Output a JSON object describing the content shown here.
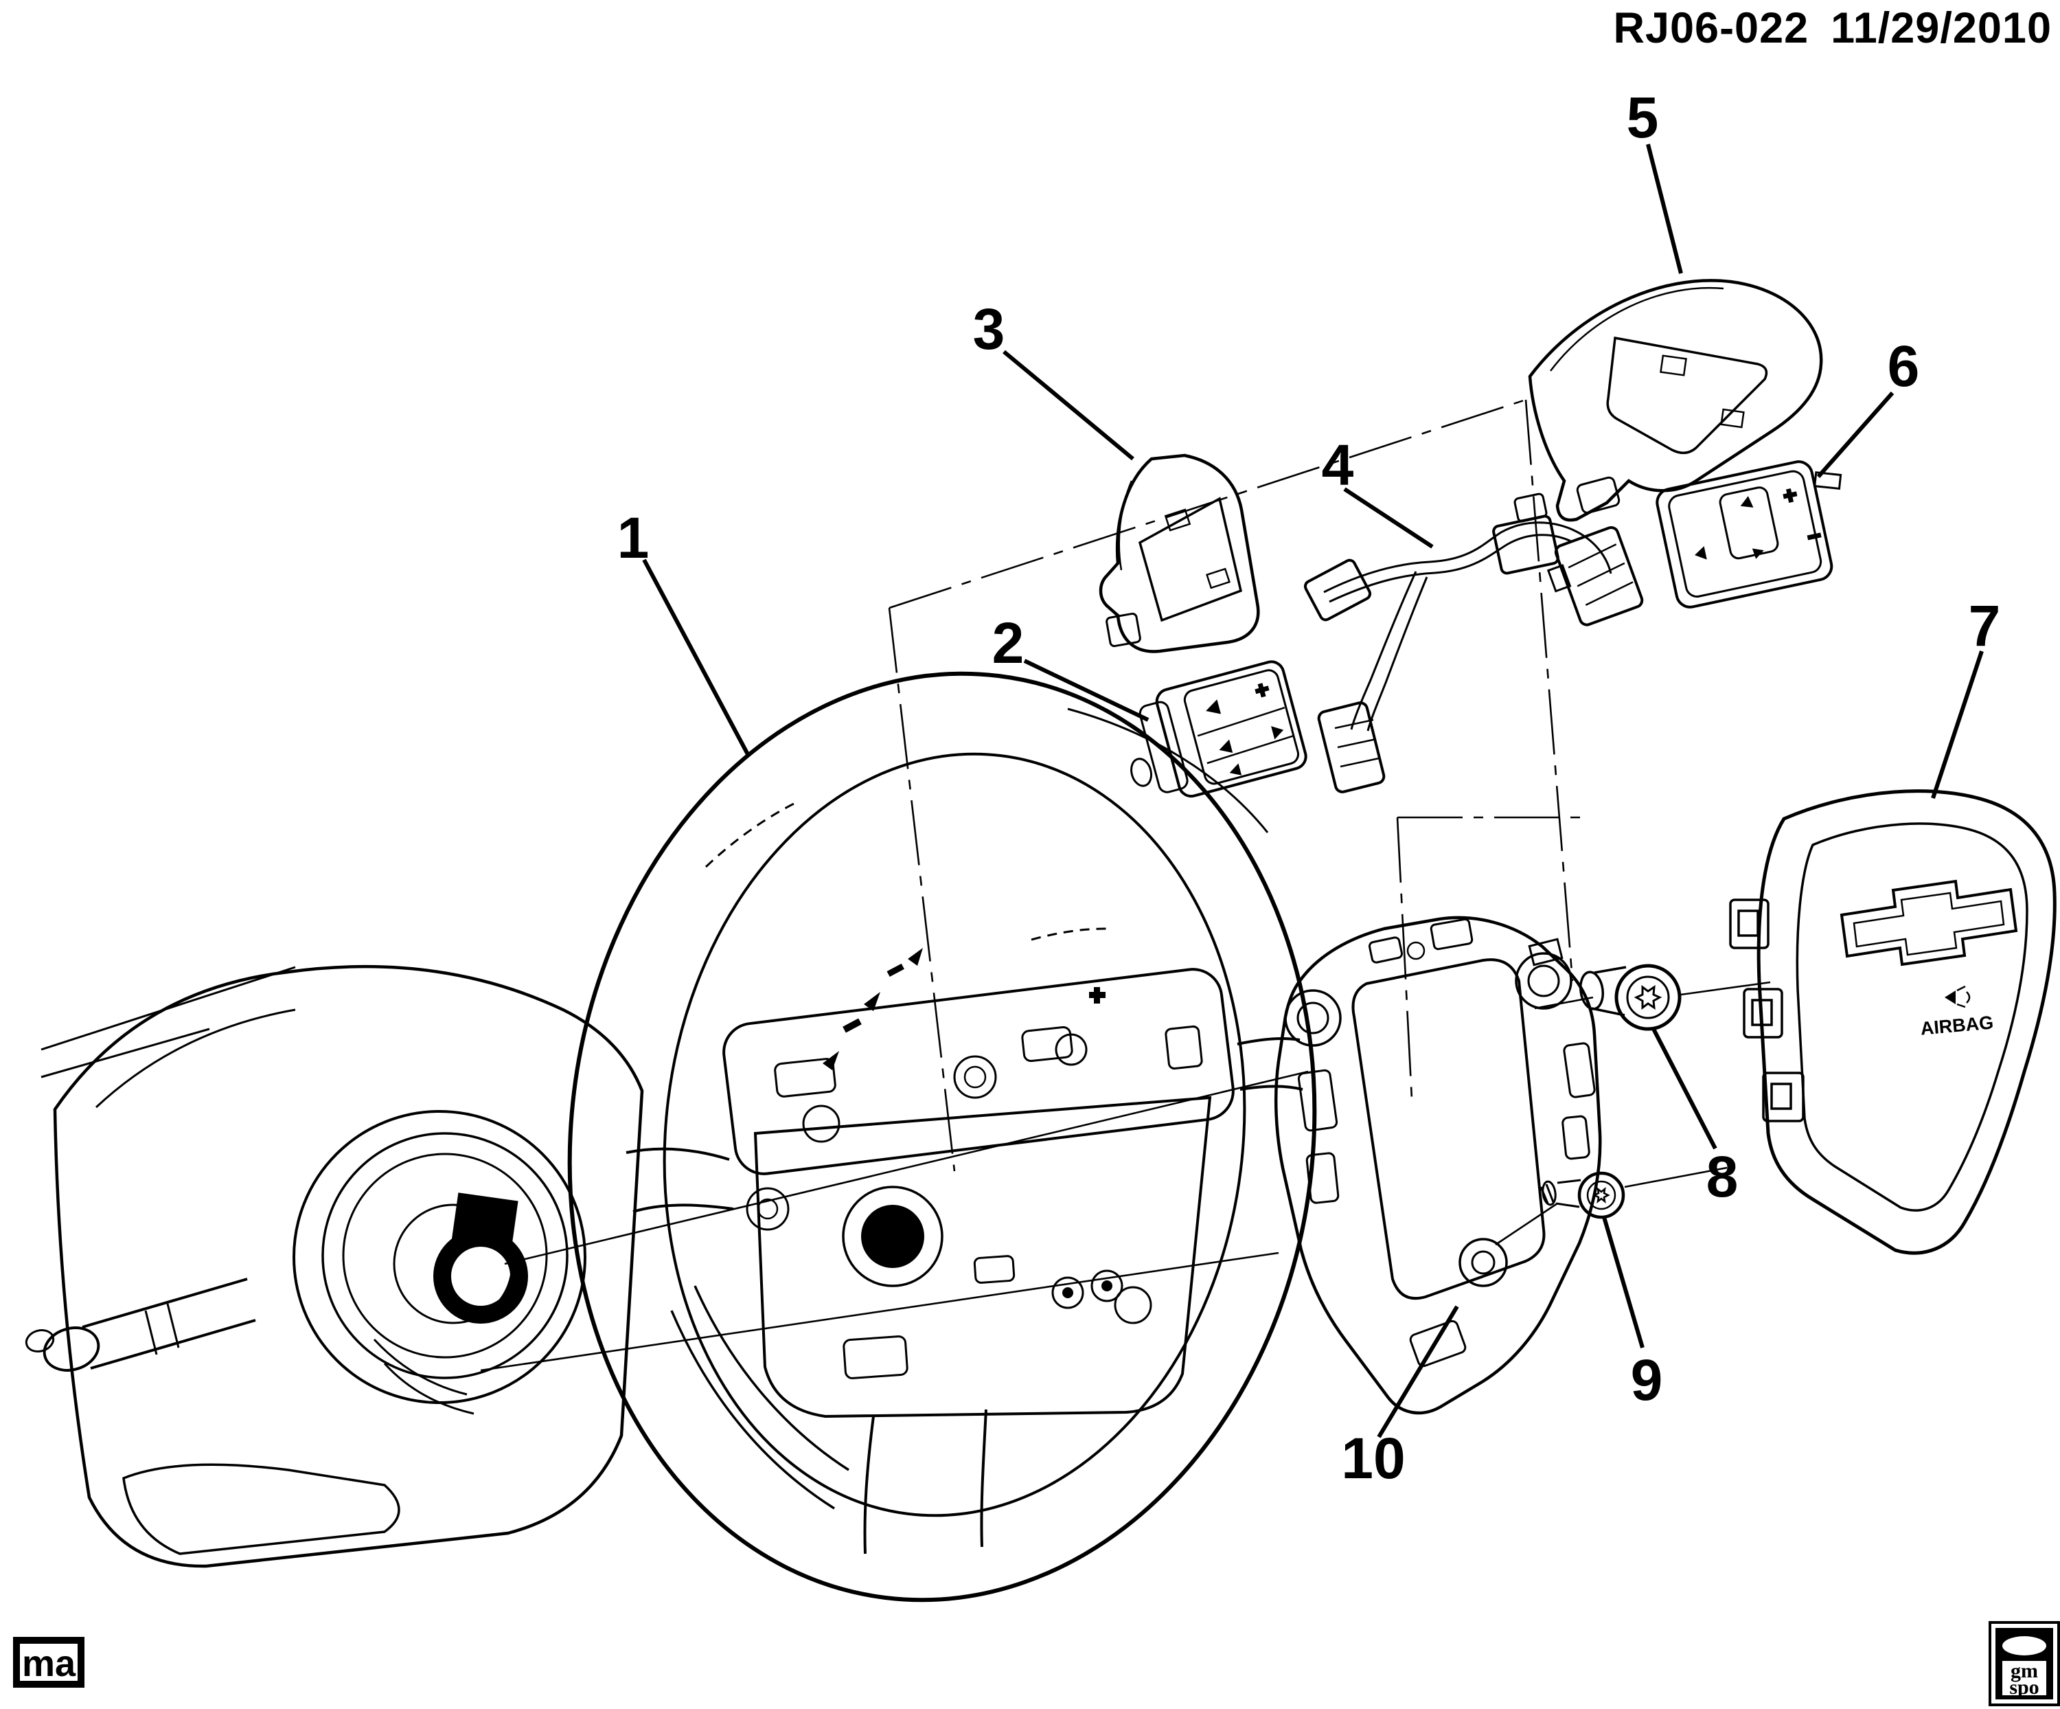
{
  "header": {
    "drawing_id": "RJ06-022",
    "date": "11/29/2010"
  },
  "callouts": [
    {
      "label": "1"
    },
    {
      "label": "2"
    },
    {
      "label": "3"
    },
    {
      "label": "4"
    },
    {
      "label": "5"
    },
    {
      "label": "6"
    },
    {
      "label": "7"
    },
    {
      "label": "8"
    },
    {
      "label": "9"
    },
    {
      "label": "10"
    }
  ],
  "airbag_module": {
    "molded_text": "AIRBAG"
  },
  "footer": {
    "left_code": "ma",
    "logo_top": "gm",
    "logo_bottom": "spo"
  },
  "colors": {
    "ink": "#000000",
    "paper": "#ffffff"
  }
}
